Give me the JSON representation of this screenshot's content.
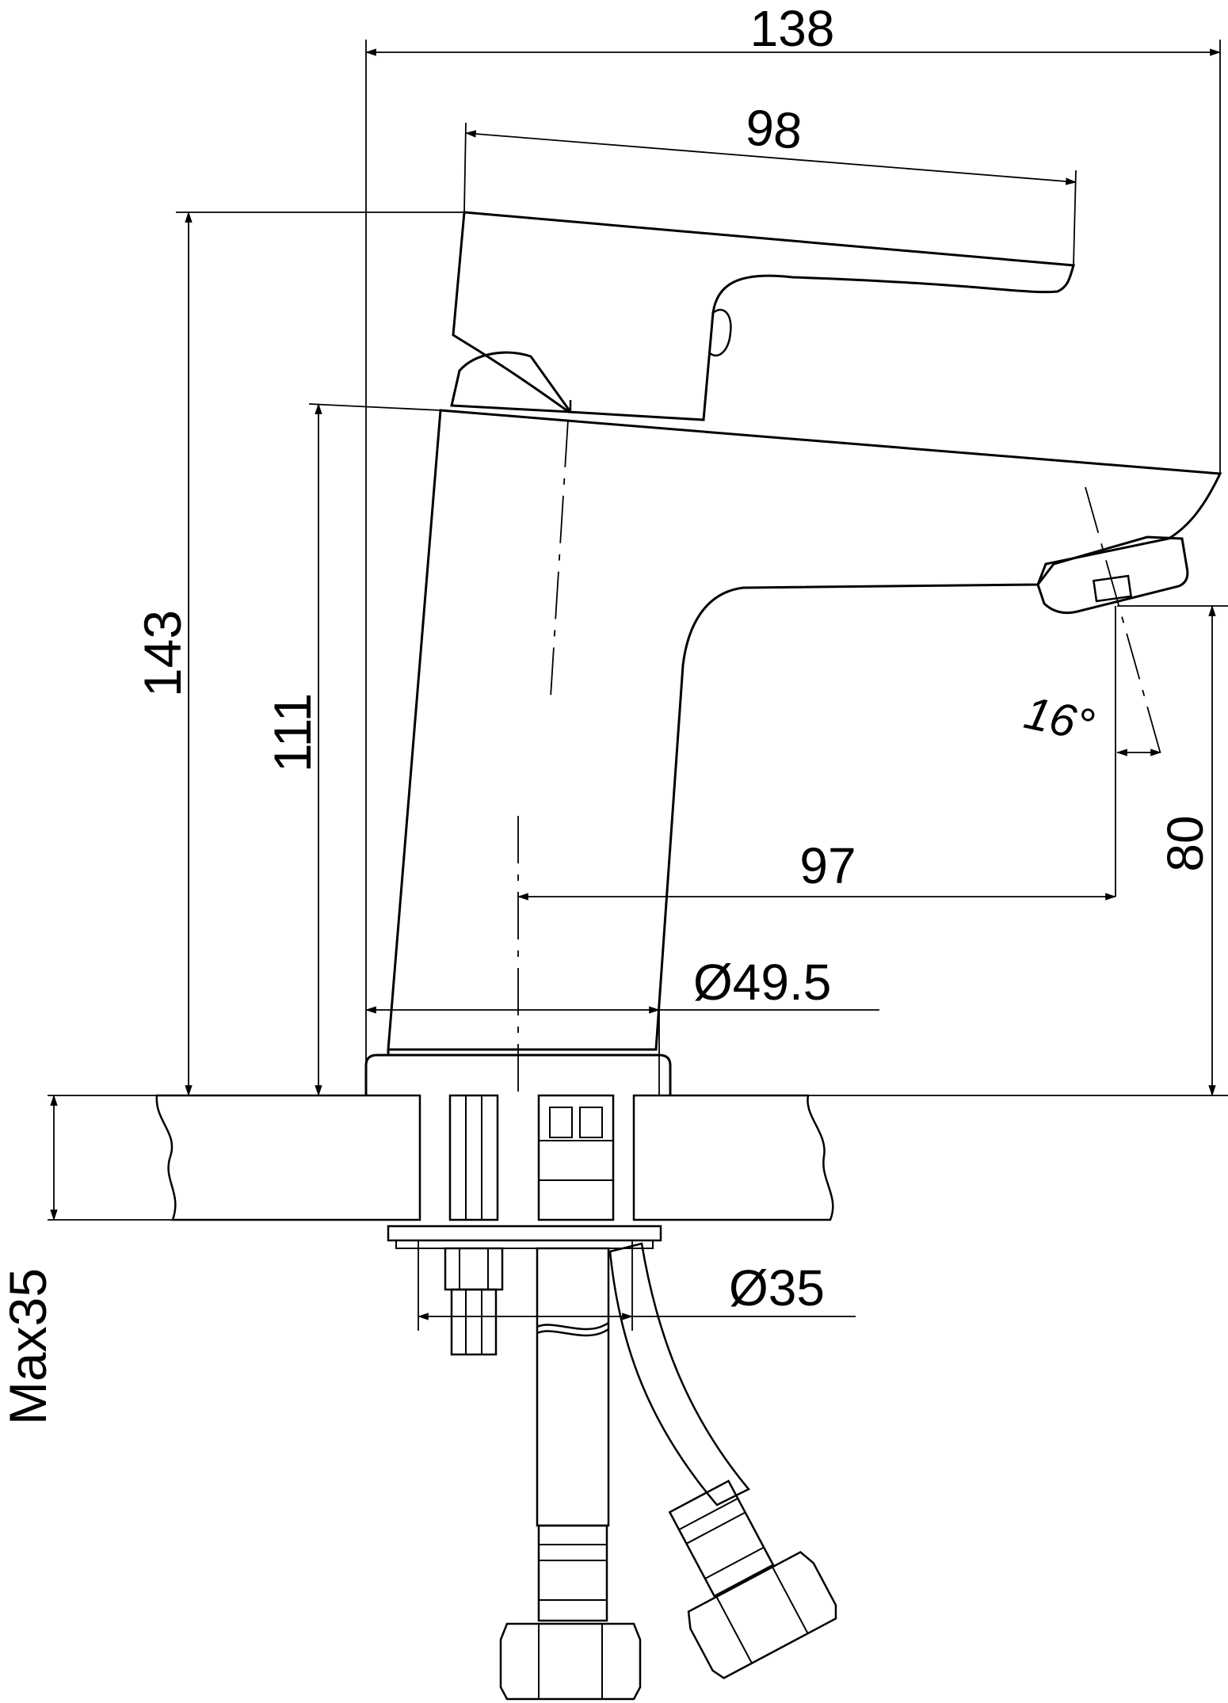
{
  "drawing": {
    "line_color": "#000000",
    "background": "#ffffff"
  },
  "dimensions": {
    "width_total": "138",
    "handle_length": "98",
    "height_total": "143",
    "body_height": "111",
    "spout_reach": "97",
    "spout_height": "80",
    "spout_angle": "16°",
    "base_diameter": "Ø49.5",
    "mount_diameter": "Ø35",
    "max_thickness": "Max35"
  }
}
